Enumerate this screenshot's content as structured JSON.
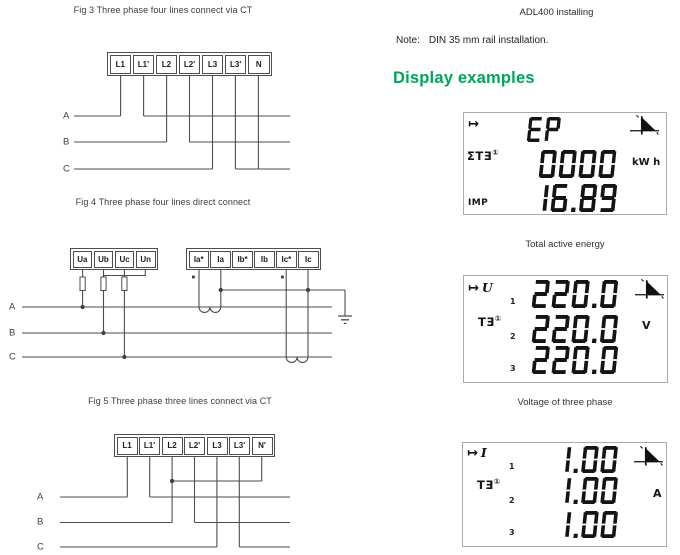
{
  "figures": [
    {
      "title": "Fig 3 Three phase four lines connect via CT",
      "terminals": [
        "L1",
        "L1'",
        "L2",
        "L2'",
        "L3",
        "L3'",
        "N"
      ],
      "phase_labels": [
        "A",
        "B",
        "C"
      ]
    },
    {
      "title": "Fig 4 Three phase four lines direct connect",
      "voltage_terminals": [
        "Ua",
        "Ub",
        "Uc",
        "Un"
      ],
      "current_terminals": [
        "Ia*",
        "Ia",
        "Ib*",
        "Ib",
        "Ic*",
        "Ic"
      ],
      "phase_labels": [
        "A",
        "B",
        "C"
      ]
    },
    {
      "title": "Fig 5 Three phase three lines connect via CT",
      "terminals": [
        "L1",
        "L1'",
        "L2",
        "L2'",
        "L3",
        "L3'",
        "N'"
      ],
      "phase_labels": [
        "A",
        "B",
        "C"
      ]
    }
  ],
  "right_column": {
    "header": "ADL400 installing",
    "note_label": "Note:",
    "note_text": "DIN 35 mm rail installation.",
    "section_title": "Display examples",
    "accent_color": "#00A45B",
    "displays": [
      {
        "name": "total active energy screen",
        "arrow": "↦",
        "tariff_label": "ΣTƎ",
        "tariff_sup": "①",
        "mode_label": "IMP",
        "rows": [
          {
            "value": "EP"
          },
          {
            "value": "0000",
            "unit": "kW h"
          },
          {
            "value": "16.89"
          }
        ],
        "caption": "Total active energy"
      },
      {
        "name": "voltage screen",
        "arrow": "↦",
        "quantity": "U",
        "tariff_label": "TƎ",
        "tariff_sup": "①",
        "row_markers": [
          "1",
          "2",
          "3"
        ],
        "values": [
          "220.0",
          "220.0",
          "220.0"
        ],
        "unit": "V",
        "caption": "Voltage of three phase"
      },
      {
        "name": "current screen",
        "arrow": "↦",
        "quantity": "I",
        "tariff_label": "TƎ",
        "tariff_sup": "①",
        "row_markers": [
          "1",
          "2",
          "3"
        ],
        "values": [
          "1.00",
          "1.00",
          "1.00"
        ],
        "unit": "A"
      }
    ]
  }
}
